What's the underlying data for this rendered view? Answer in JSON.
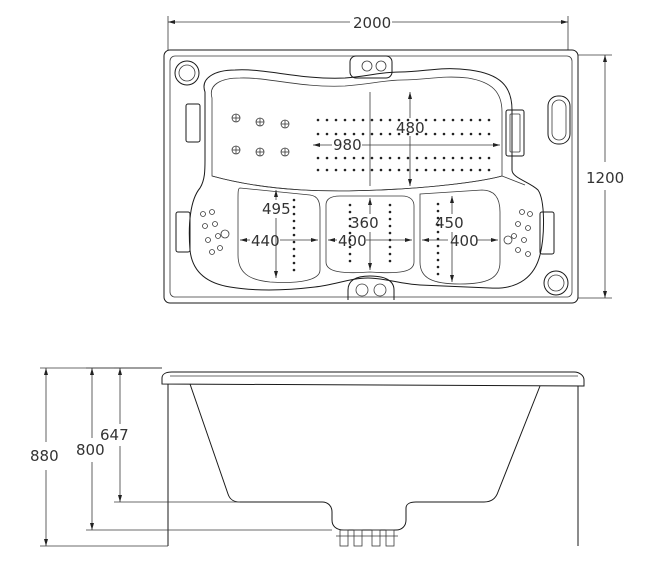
{
  "plan": {
    "width": "2000",
    "depth": "1200",
    "center_length": "980",
    "center_width": "480",
    "left_seat_length": "495",
    "left_seat_width": "440",
    "mid_seat_length": "360",
    "mid_seat_width": "400",
    "right_seat_length": "450",
    "right_seat_width": "400"
  },
  "elevation": {
    "overall_height": "880",
    "tub_height": "800",
    "seat_height": "647"
  },
  "colors": {
    "line": "#1a1a1a",
    "text": "#333333",
    "background": "#ffffff"
  }
}
